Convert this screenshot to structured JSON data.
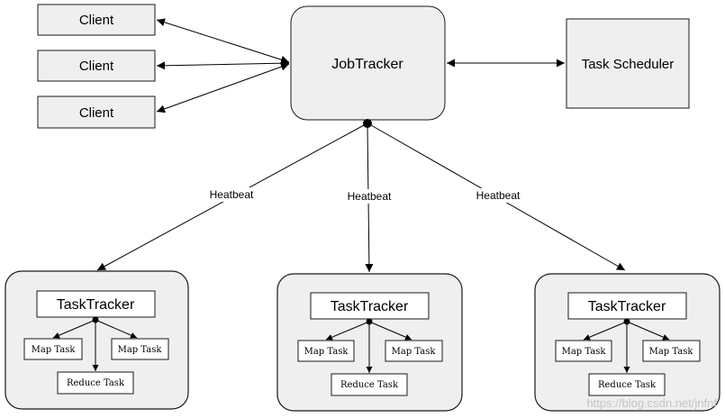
{
  "clients": [
    "Client",
    "Client",
    "Client"
  ],
  "job_tracker": "JobTracker",
  "task_scheduler": "Task Scheduler",
  "heartbeat_labels": [
    "Heatbeat",
    "Heatbeat",
    "Heatbeat"
  ],
  "task_trackers": [
    {
      "title": "TaskTracker",
      "map_tasks": [
        "Map Task",
        "Map Task"
      ],
      "reduce_task": "Reduce Task"
    },
    {
      "title": "TaskTracker",
      "map_tasks": [
        "Map Task",
        "Map Task"
      ],
      "reduce_task": "Reduce Task"
    },
    {
      "title": "TaskTracker",
      "map_tasks": [
        "Map Task",
        "Map Task"
      ],
      "reduce_task": "Reduce Task"
    }
  ],
  "watermark": "https://blog.csdn.net/jnfnf"
}
